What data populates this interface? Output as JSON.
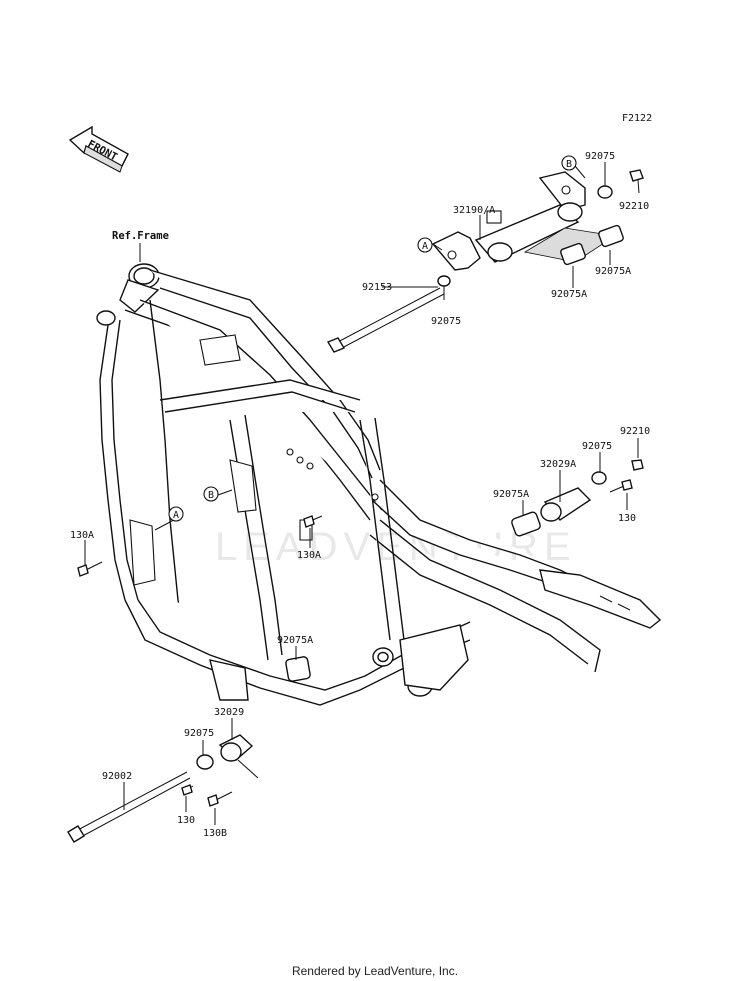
{
  "figure_code": "F2122",
  "front_marker": "FRONT",
  "ref_frame_label": "Ref.Frame",
  "watermark": "LEADVENTURE",
  "footer": "Rendered by LeadVenture, Inc.",
  "callouts": {
    "a": "A",
    "b": "B"
  },
  "parts": {
    "p92075_top": "92075",
    "p92210_top": "92210",
    "p32190A": "32190/A",
    "p92075A_top_right": "92075A",
    "p92075A_top_mid": "92075A",
    "p92153": "92153",
    "p92075_mid": "92075",
    "p92210_right": "92210",
    "p92075_right": "92075",
    "p32029A": "32029A",
    "p92075A_right": "92075A",
    "p130_right": "130",
    "p130A_left": "130A",
    "p130A_center": "130A",
    "p92075A_lower": "92075A",
    "p32029": "32029",
    "p92075_lower": "92075",
    "p92002": "92002",
    "p130_lower": "130",
    "p130B": "130B"
  }
}
